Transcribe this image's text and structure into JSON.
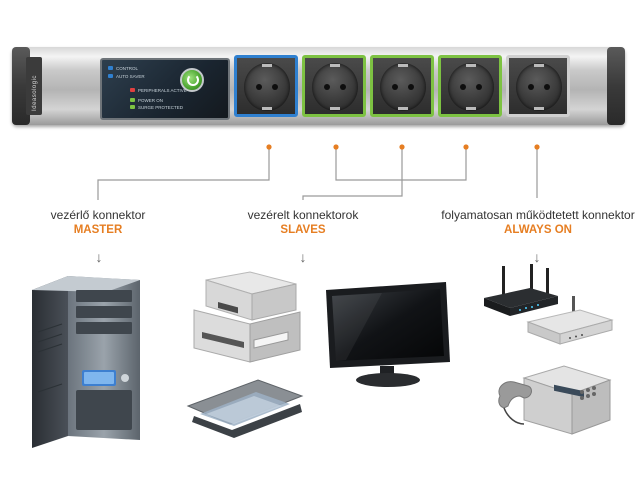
{
  "strip": {
    "brand": "Ideasologic",
    "panel_labels": {
      "control": "CONTROL",
      "auto_saver": "AUTO SAVER",
      "peripherals_active": "PERIPHERALS ACTIVE",
      "power_on": "POWER ON",
      "surge_protected": "SURGE PROTECTED"
    },
    "socket_colors": {
      "master": "#2f80d0",
      "slaves": "#7dc242",
      "always_on": "#cfcfcf"
    }
  },
  "groups": {
    "master": {
      "label": "vezérlő konnektor",
      "title": "MASTER"
    },
    "slaves": {
      "label": "vezérelt konnektorok",
      "title": "SLAVES"
    },
    "always_on": {
      "label": "folyamatosan működtetett konnektor",
      "title": "ALWAYS ON"
    }
  },
  "colors": {
    "accent": "#e67e22",
    "line": "#9a9a9a"
  },
  "icons": {
    "master_device": "desktop-pc-tower-icon",
    "slave_devices": [
      "multifunction-printer-icon",
      "lcd-monitor-icon",
      "flatbed-scanner-icon"
    ],
    "always_on_devices": [
      "wifi-router-icon",
      "modem-icon",
      "fax-machine-icon"
    ]
  }
}
